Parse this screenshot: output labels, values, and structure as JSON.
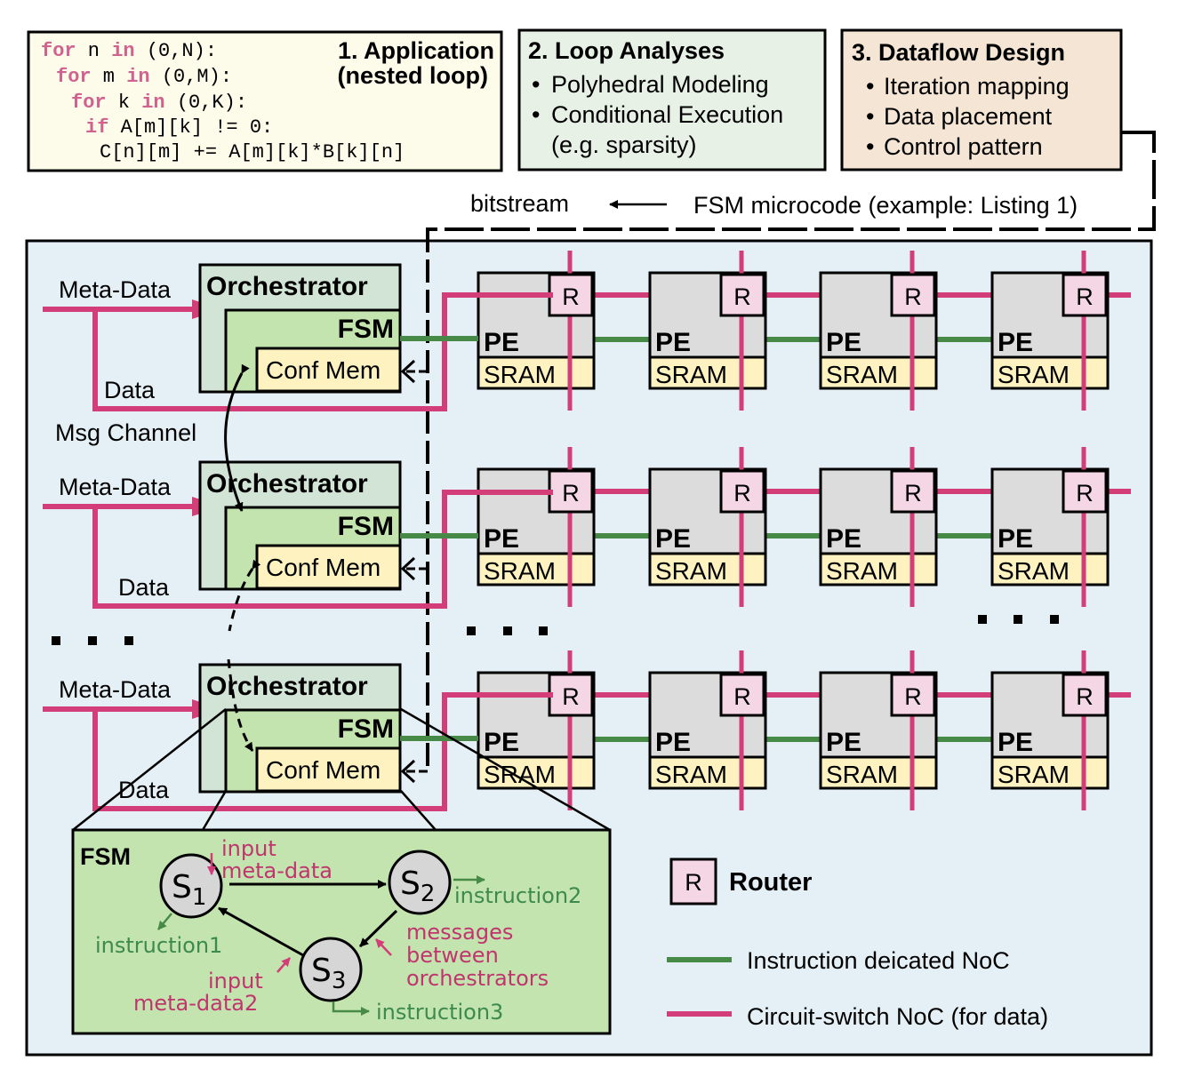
{
  "colors": {
    "magenta": "#d33d78",
    "green": "#478a47",
    "keyword": "#d0628f",
    "code_bg": "#fdfbe9",
    "analysis_bg": "#e8f1e6",
    "dataflow_bg": "#f4e5d4",
    "system_bg": "#e5f0f6",
    "orchestrator_bg": "#d2e4d6",
    "fsm_bg": "#c3e4ae",
    "confmem_bg": "#fef3c0",
    "pe_bg": "#dcdcdc",
    "sram_bg": "#fef3c0",
    "router_bg": "#f4d6e4",
    "state_bg": "#d6d6d6",
    "fsm_label_magenta": "#c0356e",
    "fsm_label_green": "#3c8a4d"
  },
  "application": {
    "title_line1": "1. Application",
    "title_line2": "(nested loop)",
    "code": [
      {
        "kw1": "for",
        "rest1": " n ",
        "kw2": "in",
        "rest2": " (0,N):"
      },
      {
        "kw1": "for",
        "rest1": " m ",
        "kw2": "in",
        "rest2": " (0,M):"
      },
      {
        "kw1": "for",
        "rest1": " k ",
        "kw2": "in",
        "rest2": " (0,K):"
      },
      {
        "kw1": "if",
        "rest1": " A[m][k] != 0:",
        "kw2": "",
        "rest2": ""
      },
      {
        "kw1": "",
        "rest1": "C[n][m] += A[m][k]*B[k][n]",
        "kw2": "",
        "rest2": ""
      }
    ]
  },
  "loop_analyses": {
    "title": "2. Loop Analyses",
    "items": [
      "Polyhedral Modeling",
      "Conditional Execution"
    ],
    "note": "(e.g. sparsity)"
  },
  "dataflow_design": {
    "title": "3. Dataflow Design",
    "items": [
      "Iteration mapping",
      "Data placement",
      "Control pattern"
    ]
  },
  "flow": {
    "bitstream": "bitstream",
    "microcode": "FSM microcode (example: Listing 1)"
  },
  "orchestrators": [
    {
      "meta": "Meta-Data",
      "data": "Data",
      "title": "Orchestrator",
      "fsm": "FSM",
      "confmem": "Conf Mem"
    },
    {
      "meta": "Meta-Data",
      "data": "Data",
      "title": "Orchestrator",
      "fsm": "FSM",
      "confmem": "Conf Mem"
    },
    {
      "meta": "Meta-Data",
      "data": "Data",
      "title": "Orchestrator",
      "fsm": "FSM",
      "confmem": "Conf Mem"
    }
  ],
  "msg_channel": "Msg Channel",
  "pe": {
    "label": "PE",
    "sram": "SRAM",
    "router": "R"
  },
  "pe_grid": {
    "rows": 3,
    "cols": 4
  },
  "fsm_detail": {
    "title": "FSM",
    "states": [
      {
        "name": "S",
        "sub": "1"
      },
      {
        "name": "S",
        "sub": "2"
      },
      {
        "name": "S",
        "sub": "3"
      }
    ],
    "input1_line1": "input",
    "input1_line2": "meta-data",
    "input2_line1": "input",
    "input2_line2": "meta-data2",
    "messages": [
      "messages",
      "between",
      "orchestrators"
    ],
    "instruction1": "instruction1",
    "instruction2": "instruction2",
    "instruction3": "instruction3"
  },
  "legend": {
    "router_symbol": "R",
    "router_label": "Router",
    "instruction_noc": "Instruction deicated NoC",
    "data_noc": "Circuit-switch NoC (for data)"
  }
}
